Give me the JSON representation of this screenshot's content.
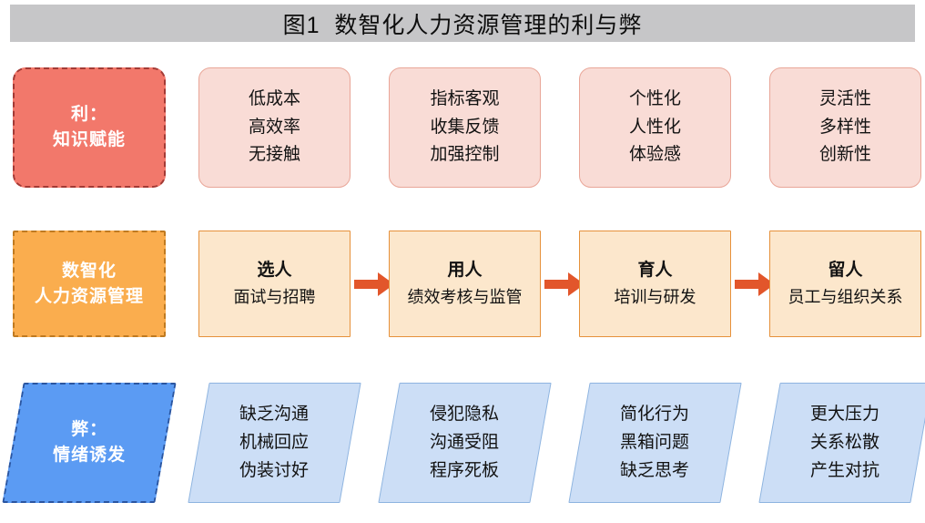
{
  "title": "图1  数智化人力资源管理的利与弊",
  "colors": {
    "title_bar": "#c6c6c8",
    "pros_label_fill": "#f2786b",
    "pros_label_border": "#a33a35",
    "pros_card_fill": "#f9dcd6",
    "pros_card_border": "#e9a698",
    "core_label_fill": "#faad4e",
    "core_label_border": "#c07a20",
    "core_card_fill": "#fce7cc",
    "core_card_border": "#e6913b",
    "arrow": "#e2562b",
    "cons_label_fill": "#5b9bf3",
    "cons_label_border": "#2a55a0",
    "cons_card_fill": "#ccdef6",
    "cons_card_border": "#8eb4e0"
  },
  "rows": {
    "pros": {
      "label": {
        "line1": "利：",
        "line2": "知识赋能"
      },
      "cards": [
        {
          "lines": [
            "低成本",
            "高效率",
            "无接触"
          ]
        },
        {
          "lines": [
            "指标客观",
            "收集反馈",
            "加强控制"
          ]
        },
        {
          "lines": [
            "个性化",
            "人性化",
            "体验感"
          ]
        },
        {
          "lines": [
            "灵活性",
            "多样性",
            "创新性"
          ]
        }
      ]
    },
    "core": {
      "label": {
        "line1": "数智化",
        "line2": "人力资源管理"
      },
      "cards": [
        {
          "title": "选人",
          "subtitle": "面试与招聘"
        },
        {
          "title": "用人",
          "subtitle": "绩效考核与监管"
        },
        {
          "title": "育人",
          "subtitle": "培训与研发"
        },
        {
          "title": "留人",
          "subtitle": "员工与组织关系"
        }
      ],
      "arrows": [
        "arrow-right-icon",
        "arrow-right-icon",
        "arrow-right-icon"
      ]
    },
    "cons": {
      "label": {
        "line1": "弊：",
        "line2": "情绪诱发"
      },
      "cards": [
        {
          "lines": [
            "缺乏沟通",
            "机械回应",
            "伪装讨好"
          ]
        },
        {
          "lines": [
            "侵犯隐私",
            "沟通受阻",
            "程序死板"
          ]
        },
        {
          "lines": [
            "简化行为",
            "黑箱问题",
            "缺乏思考"
          ]
        },
        {
          "lines": [
            "更大压力",
            "关系松散",
            "产生对抗"
          ]
        }
      ]
    }
  }
}
